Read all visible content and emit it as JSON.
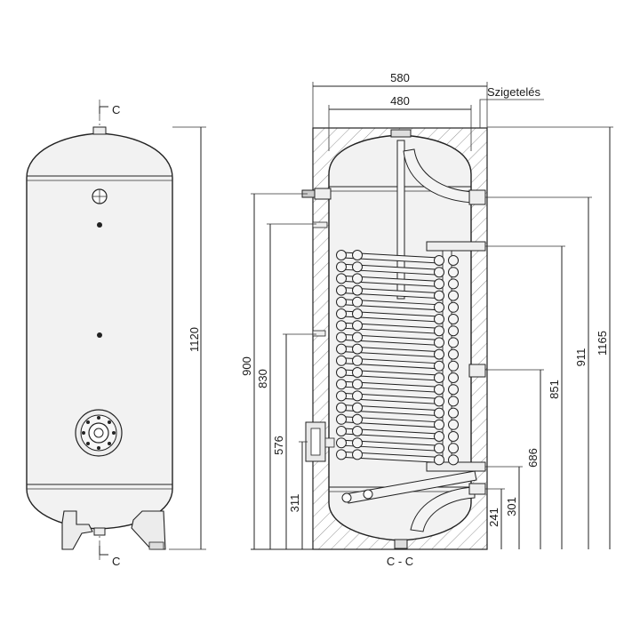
{
  "section_marks": {
    "top": "C",
    "bottom": "C",
    "section_view": "C - C"
  },
  "insulation_label": "Szigetelés",
  "left_view": {
    "height_dim": "1120"
  },
  "right_view": {
    "outer_width_dim": "580",
    "inner_width_dim": "480",
    "left_dims": [
      "900",
      "830",
      "576",
      "311"
    ],
    "right_dims": [
      "1165",
      "911",
      "851",
      "686",
      "301",
      "241"
    ]
  }
}
